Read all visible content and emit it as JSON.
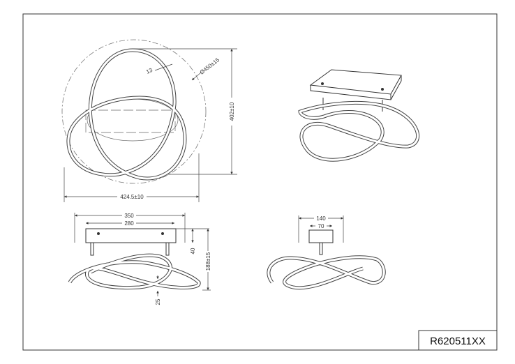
{
  "drawing": {
    "product_code": "R620511XX",
    "top_view": {
      "width_label": "424.5±10",
      "height_label": "402±10",
      "diameter_label": "Ø450±15",
      "ribbon_width_label": "13"
    },
    "front_view": {
      "plate_length_label": "350",
      "mount_spacing_label": "280",
      "plate_height_label": "40",
      "total_height_label": "188±15",
      "ribbon_depth_label": "25"
    },
    "side_view": {
      "plate_width_label": "140",
      "stem_block_label": "70"
    }
  }
}
